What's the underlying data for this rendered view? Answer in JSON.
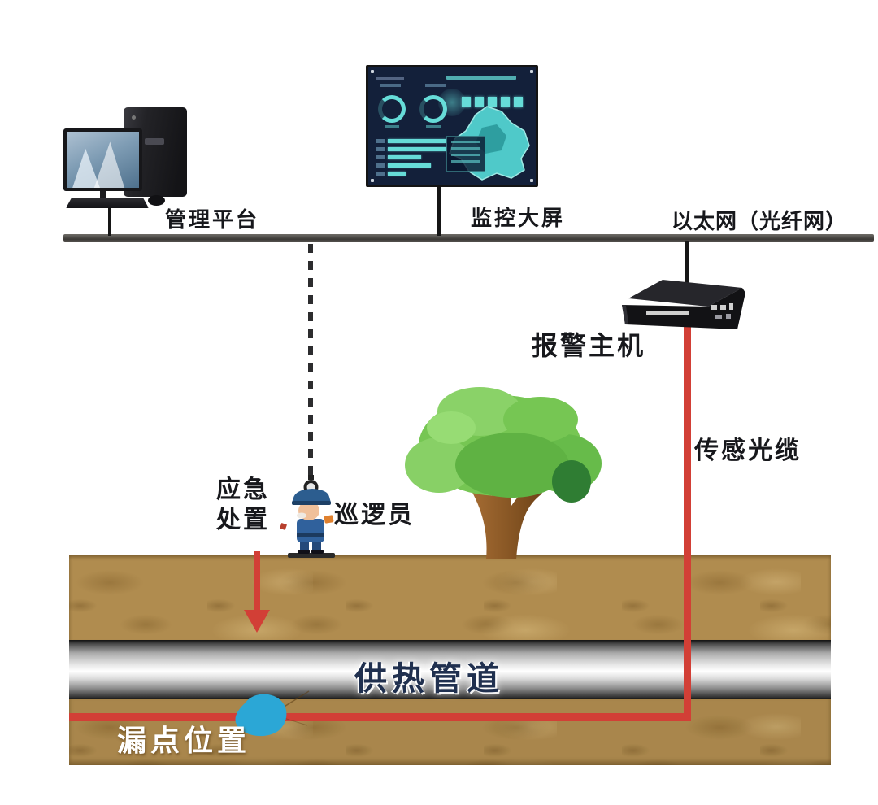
{
  "labels": {
    "management_platform": "管理平台",
    "monitoring_screen": "监控大屏",
    "ethernet": "以太网（光纤网）",
    "alarm_host": "报警主机",
    "sensing_cable": "传感光缆",
    "emergency_line1": "应急",
    "emergency_line2": "处置",
    "patrol_officer": "巡逻员",
    "heating_pipeline": "供热管道",
    "leak_location": "漏点位置"
  },
  "colors": {
    "cable_red": "#d23f36",
    "leak_blue": "#2ba7d6",
    "soil_brown": "#b08c4f",
    "screen_navy": "#13203a",
    "screen_cyan": "#66dcd8",
    "bus_gray": "#45423e"
  },
  "dashboard": {
    "top_squares": 5,
    "gauges": 2,
    "bars": [
      88,
      86,
      48,
      62,
      26
    ]
  }
}
